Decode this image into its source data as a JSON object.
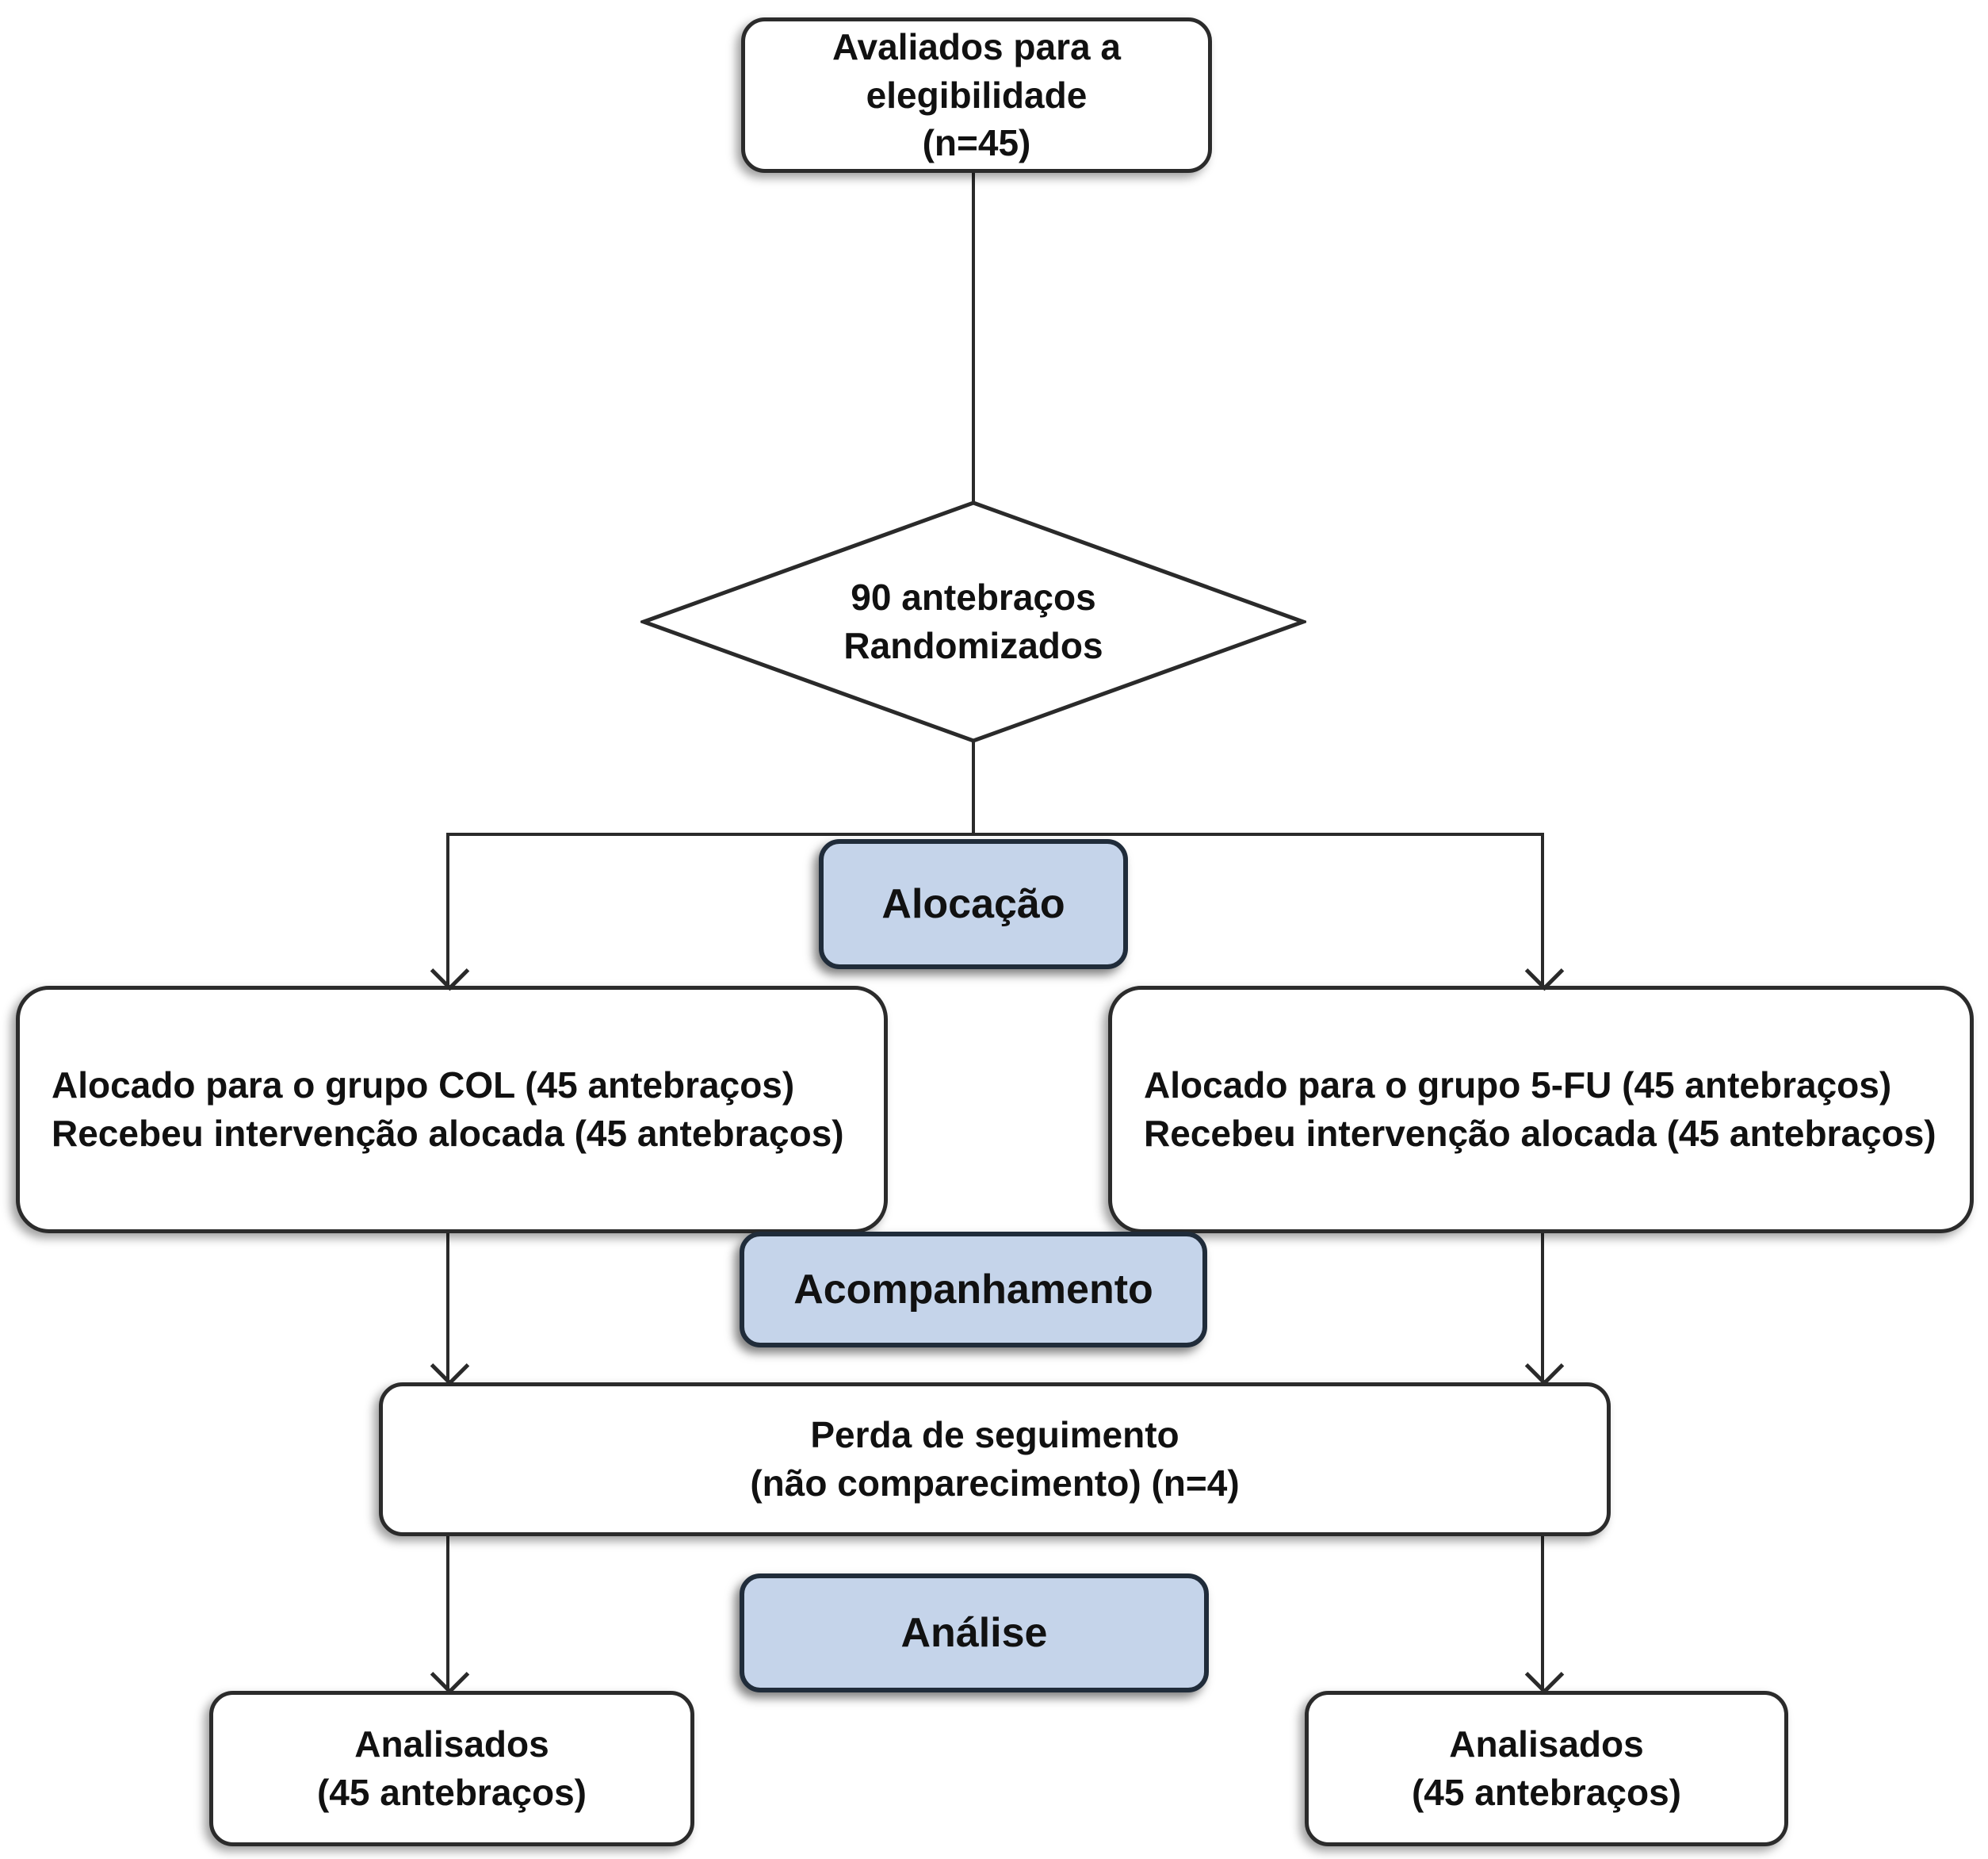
{
  "diagram": {
    "type": "consort-flowchart",
    "language": "pt",
    "nodes": {
      "eligibility": {
        "text": "Avaliados para a\nelegibilidade\n(n=45)"
      },
      "randomized": {
        "text": "90 antebraços\nRandomizados"
      },
      "allocation_stage": {
        "label": "Alocação"
      },
      "group_col": {
        "text": "Alocado para o grupo COL (45 antebraços)\nRecebeu intervenção alocada (45 antebraços)"
      },
      "group_5fu": {
        "text": "Alocado para o grupo 5-FU (45 antebraços)\nRecebeu intervenção alocada (45 antebraços)"
      },
      "followup_stage": {
        "label": "Acompanhamento"
      },
      "lost_followup": {
        "text": "Perda de seguimento\n(não comparecimento) (n=4)"
      },
      "analysis_stage": {
        "label": "Análise"
      },
      "analyzed_col": {
        "text": "Analisados\n(45 antebraços)"
      },
      "analyzed_5fu": {
        "text": "Analisados\n(45 antebraços)"
      }
    },
    "colors": {
      "stage_fill": "#c5d4ea",
      "stage_border": "#202c3a",
      "box_fill": "#ffffff",
      "box_border": "#2b2b2b",
      "line": "#2a2a2a",
      "background": "#ffffff",
      "text": "#111111"
    }
  }
}
